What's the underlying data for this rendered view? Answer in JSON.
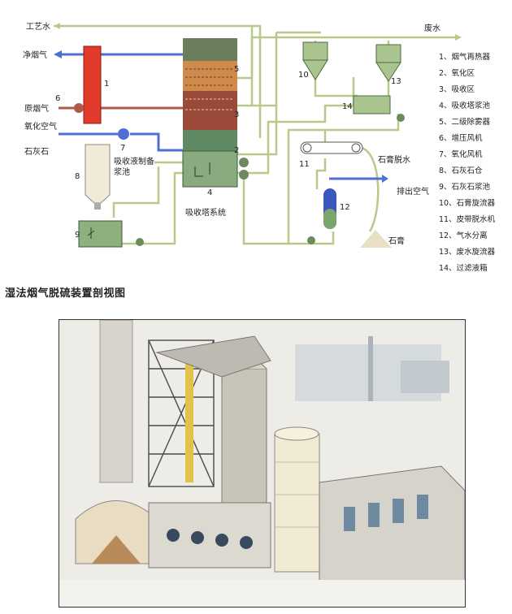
{
  "diagram": {
    "labels": {
      "process_water": "工艺水",
      "clean_flue_gas": "净烟气",
      "raw_flue_gas": "原烟气",
      "oxidation_air": "氧化空气",
      "limestone": "石灰石",
      "absorbent_tank": "吸收液制备\n浆池",
      "absorber_system": "吸收塔系统",
      "waste_water": "废水",
      "gypsum_dewatering_water": "石膏脱水",
      "exhaust_air": "排出空气",
      "gypsum": "石膏"
    },
    "numbers": [
      "1",
      "2",
      "3",
      "4",
      "5",
      "6",
      "7",
      "8",
      "9",
      "10",
      "11",
      "12",
      "13",
      "14"
    ],
    "legend": [
      "1、烟气再热器",
      "2、氧化区",
      "3、吸收区",
      "4、吸收塔浆池",
      "5、二级除雾器",
      "6、增压风机",
      "7、氧化风机",
      "8、石灰石仓",
      "9、石灰石浆池",
      "10、石膏旋流器",
      "11、皮带脱水机",
      "12、气水分离",
      "13、废水旋流器",
      "14、过滤液箱"
    ],
    "colors": {
      "pipe_green": "#b9c98a",
      "gas_blue": "#4f6fd6",
      "reheater_red": "#e23b2b",
      "tower_top": "#d08a4c",
      "tower_mid": "#9b4a3a",
      "tower_bottom": "#5f8a64",
      "tank_green": "#7aa66e"
    }
  },
  "caption": "湿法烟气脱硫装置剖视图"
}
